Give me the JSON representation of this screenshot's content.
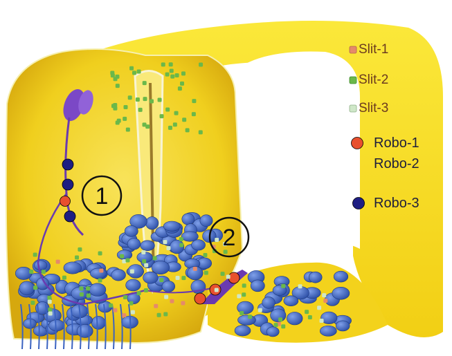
{
  "legend": {
    "slit1": "Slit-1",
    "slit2": "Slit-2",
    "slit3": "Slit-3",
    "robo1": "Robo-1",
    "robo2": "Robo-2",
    "robo3": "Robo-3"
  },
  "callouts": {
    "one": "1",
    "two": "2"
  },
  "colors": {
    "tissue": "#f5dd1e",
    "tissue_dark": "#d9b20c",
    "slit1": "#e58a6a",
    "slit2": "#6ab84a",
    "slit3": "#cfe7c8",
    "robo12": "#e8502e",
    "robo3": "#1e1e82",
    "neuron": "#6a3ab0",
    "cells": "#3a62c0"
  }
}
